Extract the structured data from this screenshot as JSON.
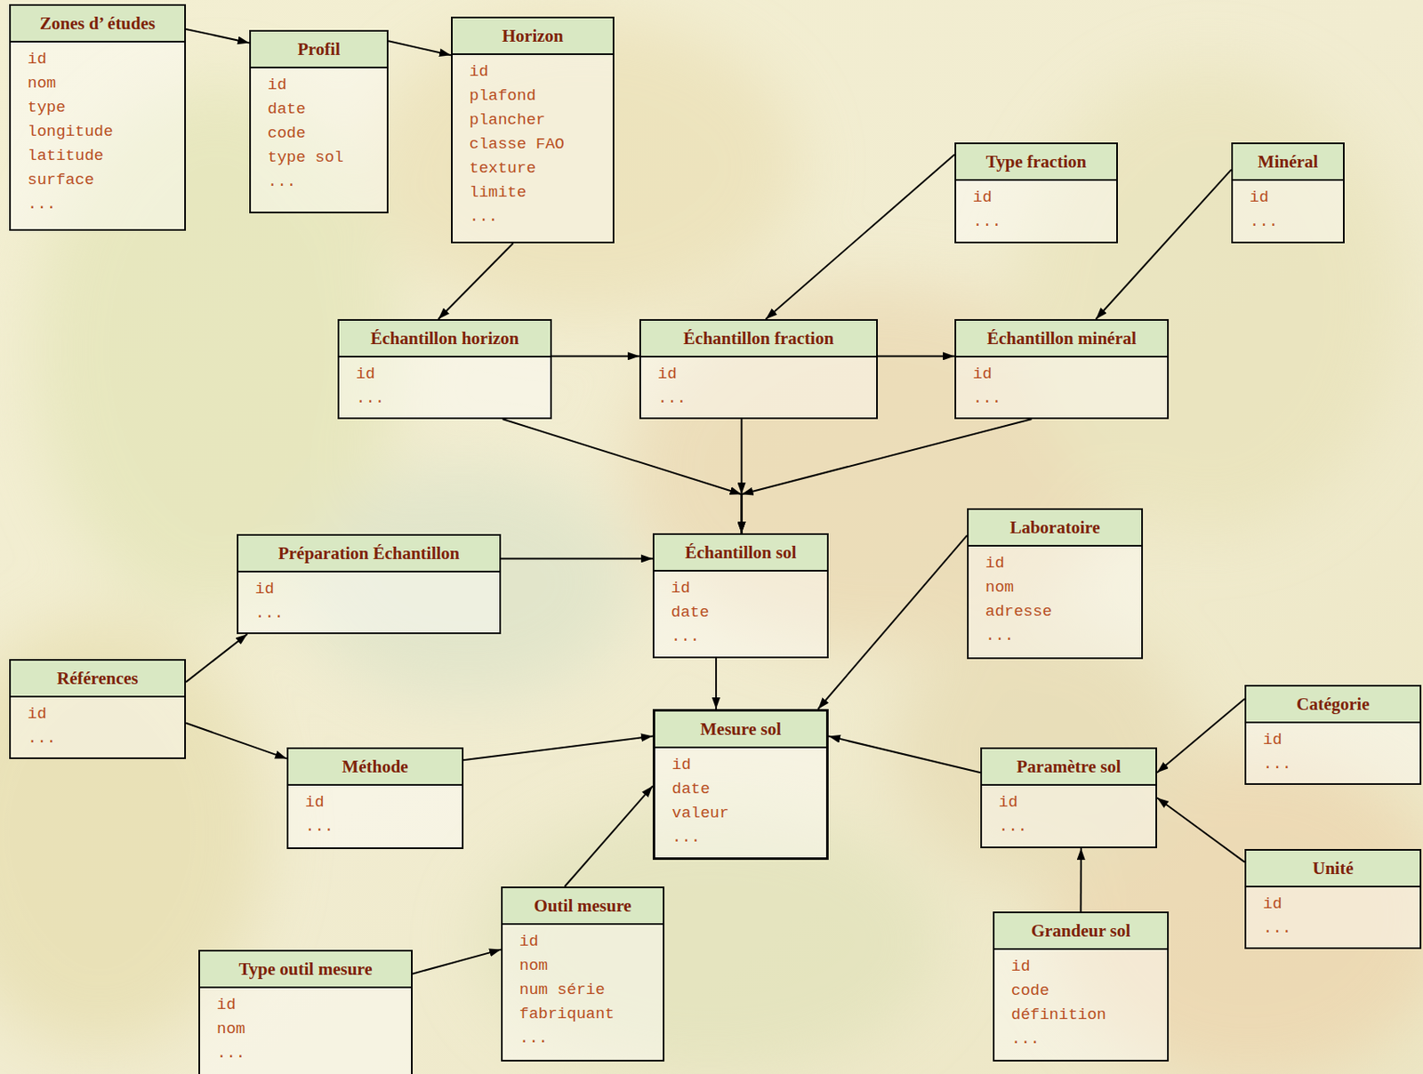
{
  "diagram": {
    "nodes": [
      {
        "text": [
          "Zones d’ études",
          "id",
          "nom",
          "type",
          "longitude",
          "latitude",
          "surface",
          "..."
        ]
      },
      {
        "text": [
          "Profil",
          "id",
          "date",
          "code",
          "type sol",
          "..."
        ]
      },
      {
        "text": [
          "Horizon",
          "id",
          "plafond",
          "plancher",
          "classe FAO",
          "texture",
          "limite",
          "..."
        ]
      },
      {
        "text": [
          "Type fraction",
          "id",
          "..."
        ]
      },
      {
        "text": [
          "Minéral",
          "id",
          "..."
        ]
      },
      {
        "text": [
          "Échantillon horizon",
          "id",
          "..."
        ]
      },
      {
        "text": [
          "Échantillon fraction",
          "id",
          "..."
        ]
      },
      {
        "text": [
          "Échantillon minéral",
          "id",
          "..."
        ]
      },
      {
        "text": [
          "Laboratoire",
          "id",
          "nom",
          "adresse",
          "..."
        ]
      },
      {
        "text": [
          "Préparation Échantillon",
          "id",
          "..."
        ]
      },
      {
        "text": [
          "Échantillon sol",
          "id",
          "date",
          "..."
        ]
      },
      {
        "text": [
          "Références",
          "id",
          "..."
        ]
      },
      {
        "text": [
          "Catégorie",
          "id",
          "..."
        ]
      },
      {
        "text": [
          "Mesure sol",
          "id",
          "date",
          "valeur",
          "..."
        ]
      },
      {
        "text": [
          "Méthode",
          "id",
          "..."
        ]
      },
      {
        "text": [
          "Paramètre sol",
          "id",
          "..."
        ]
      },
      {
        "text": [
          "Unité",
          "id",
          "..."
        ]
      },
      {
        "text": [
          "Outil mesure",
          "id",
          "nom",
          "num série",
          "fabriquant",
          "..."
        ]
      },
      {
        "text": [
          "Grandeur sol",
          "id",
          "code",
          "définition",
          "..."
        ]
      },
      {
        "text": [
          "Type outil mesure",
          "id",
          "nom",
          "..."
        ]
      }
    ],
    "edges": [
      {
        "from": 0,
        "to": 1,
        "arrow": "to"
      },
      {
        "from": 1,
        "to": 2,
        "arrow": "to"
      },
      {
        "from": 2,
        "to": 5,
        "arrow": "to"
      },
      {
        "from": 3,
        "to": 6,
        "arrow": "to"
      },
      {
        "from": 4,
        "to": 7,
        "arrow": "to"
      },
      {
        "from": 5,
        "to": 6,
        "arrow": "to"
      },
      {
        "from": 6,
        "to": 7,
        "arrow": "to"
      },
      {
        "from": 5,
        "to": 10,
        "arrow": "to"
      },
      {
        "from": 6,
        "to": 10,
        "arrow": "to"
      },
      {
        "from": 7,
        "to": 10,
        "arrow": "to"
      },
      {
        "from": 9,
        "to": 10,
        "arrow": "to"
      },
      {
        "from": 11,
        "to": 9,
        "arrow": "to"
      },
      {
        "from": 11,
        "to": 14,
        "arrow": "to"
      },
      {
        "from": 10,
        "to": 13,
        "arrow": "to"
      },
      {
        "from": 8,
        "to": 13,
        "arrow": "to"
      },
      {
        "from": 14,
        "to": 13,
        "arrow": "to"
      },
      {
        "from": 17,
        "to": 13,
        "arrow": "to"
      },
      {
        "from": 15,
        "to": 13,
        "arrow": "to"
      },
      {
        "from": 12,
        "to": 15,
        "arrow": "to"
      },
      {
        "from": 16,
        "to": 15,
        "arrow": "to"
      },
      {
        "from": 18,
        "to": 15,
        "arrow": "to"
      },
      {
        "from": 19,
        "to": 17,
        "arrow": "to"
      }
    ]
  }
}
